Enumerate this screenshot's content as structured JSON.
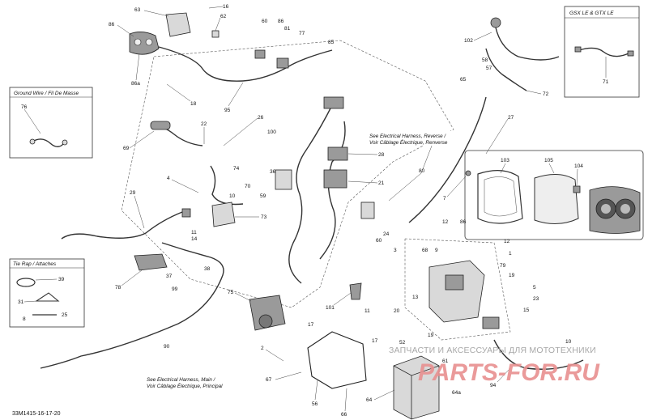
{
  "document_id": "33M1415-16-17-20",
  "insets": {
    "ground_wire": "Ground Wire / Fil De Masse",
    "tie_rap": "Tie Rap / Attaches",
    "model": "GSX LE & GTX LE"
  },
  "notes": {
    "reverse": [
      "See Electrical Harness, Reverse /",
      "Voir Câblage Électrique, Renverse"
    ],
    "main": [
      "See Electrical Harness, Main /",
      "Voir Câblage Électrique, Principal"
    ]
  },
  "watermark": {
    "line1": "ЗАПЧАСТИ И АКСЕССУАРЫ ДЛЯ МОТОТЕХНИКИ",
    "line2": "PARTS-FOR.RU"
  },
  "callouts": {
    "c63": "63",
    "c16a": "16",
    "c86a": "86",
    "c86b": "86a",
    "c62": "62",
    "c60a": "60",
    "c86c": "86",
    "c81": "81",
    "c77": "77",
    "c85": "85",
    "c95": "95",
    "c18": "18",
    "c76": "76",
    "c69": "69",
    "c22": "22",
    "c26": "26",
    "c100": "100",
    "c74": "74",
    "c70": "70",
    "c36": "36",
    "c28": "28",
    "c21": "21",
    "c80": "80",
    "c4": "4",
    "c10a": "10",
    "c59": "59",
    "c73": "73",
    "c29": "29",
    "c11": "11",
    "c14": "14",
    "c38": "38",
    "c78": "78",
    "c37": "37",
    "c99": "99",
    "c39": "39",
    "c31": "31",
    "c25": "25",
    "c8": "8",
    "c75": "75",
    "c101": "101",
    "c24": "24",
    "c60b": "60",
    "c102": "102",
    "c58": "58",
    "c65": "65",
    "c57": "57",
    "c72": "72",
    "c71": "71",
    "c27": "27",
    "c103": "103",
    "c105": "105",
    "c104": "104",
    "c7": "7",
    "c12a": "12",
    "c86d": "86",
    "c9": "9",
    "c12b": "12",
    "c1": "1",
    "c68": "68",
    "c3": "3",
    "c79": "79",
    "c19a": "19",
    "c5": "5",
    "c23": "23",
    "c15": "15",
    "c13": "13",
    "c19b": "19",
    "c20": "20",
    "c11b": "11",
    "c17a": "17",
    "c17b": "17",
    "c90": "90",
    "c2": "2",
    "c67": "67",
    "c56": "56",
    "c66": "66",
    "c64": "64",
    "c61": "61",
    "c64a": "64a",
    "c10b": "10",
    "c94": "94",
    "c52": "52"
  }
}
